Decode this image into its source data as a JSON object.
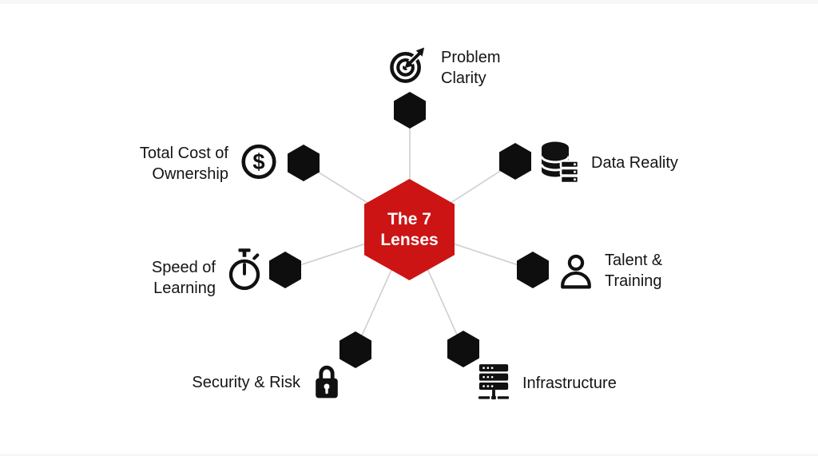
{
  "title": {
    "line1": "The 7",
    "line2": "Lenses"
  },
  "colors": {
    "background": "#FFFFFF",
    "center_hex": "#CC1414",
    "center_text": "#FFFFFF",
    "node_hex": "#0E0E0E",
    "spoke_line": "#CFCFCF",
    "label_text": "#141414",
    "icon": "#111111"
  },
  "nodes": [
    {
      "id": "problem-clarity",
      "icon": "target-icon",
      "line1": "Problem",
      "line2": "Clarity"
    },
    {
      "id": "data-reality",
      "icon": "database-icon",
      "line1": "Data Reality",
      "line2": ""
    },
    {
      "id": "talent-training",
      "icon": "person-icon",
      "line1": "Talent &",
      "line2": "Training"
    },
    {
      "id": "infrastructure",
      "icon": "server-icon",
      "line1": "Infrastructure",
      "line2": ""
    },
    {
      "id": "security-risk",
      "icon": "lock-icon",
      "line1": "Security & Risk",
      "line2": ""
    },
    {
      "id": "speed-of-learning",
      "icon": "stopwatch-icon",
      "line1": "Speed of",
      "line2": "Learning"
    },
    {
      "id": "total-cost-of-ownership",
      "icon": "dollar-icon",
      "line1": "Total Cost of",
      "line2": "Ownership"
    }
  ]
}
